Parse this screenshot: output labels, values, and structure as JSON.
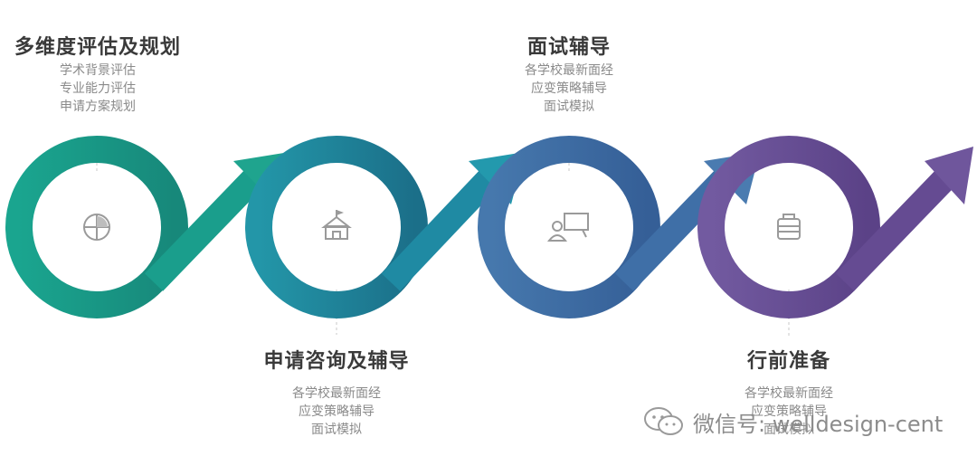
{
  "steps": [
    {
      "title": "多维度评估及规划",
      "lines": [
        "学术背景评估",
        "专业能力评估",
        "申请方案规划"
      ],
      "color": "#1aa58f",
      "icon": "pie-chart-icon"
    },
    {
      "title": "申请咨询及辅导",
      "lines": [
        "各学校最新面经",
        "应变策略辅导",
        "面试模拟"
      ],
      "color": "#1f8fa6",
      "icon": "school-building-icon"
    },
    {
      "title": "面试辅导",
      "lines": [
        "各学校最新面经",
        "应变策略辅导",
        "面试模拟"
      ],
      "color": "#3f74a9",
      "icon": "presenter-board-icon"
    },
    {
      "title": "行前准备",
      "lines": [
        "各学校最新面经",
        "应变策略辅导",
        "面试模拟"
      ],
      "color": "#6a4f96",
      "icon": "luggage-icon"
    }
  ],
  "watermark": {
    "text": "微信号: welldesign-cent",
    "icon": "wechat-icon"
  }
}
